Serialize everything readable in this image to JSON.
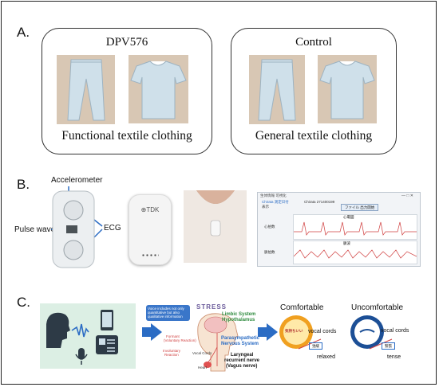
{
  "panels": {
    "a": {
      "label": "A.",
      "left_card": {
        "title": "DPV576",
        "caption": "Functional textile clothing"
      },
      "right_card": {
        "title": "Control",
        "caption": "General textile clothing"
      }
    },
    "b": {
      "label": "B.",
      "device_labels": {
        "accelerometer": "Accelerometer",
        "pulse_wave": "Pulse wave",
        "ecg": "ECG"
      },
      "device_brand": "⊕TDK",
      "screenshot": {
        "window_title": "生体情報 可視化",
        "field_labels": [
          "Chirata 測定日付",
          "表示"
        ],
        "field_value": "Chirata 271400199",
        "button_label": "ファイル 出力開始",
        "chart_titles": [
          "心電図",
          "脈波"
        ],
        "row_labels": [
          "心拍数",
          "脈拍数"
        ]
      }
    },
    "c": {
      "label": "C.",
      "voice_note": "Voice includes not only quantitative but also qualitative information",
      "stress_word": "STRESS",
      "brain_labels": {
        "limbic": "Limbic System",
        "hypothalamus": "Hypothalamus",
        "formant": "Formant",
        "formant_sub": "(Voluntary Reaction)",
        "involuntary": "Involuntary",
        "involuntary_sub": "Reaction",
        "vocal_cords": "Vocal Cords",
        "heart": "Heart",
        "parasympathetic": "Parasympathetic",
        "nervous": "Nervous System",
        "laryngeal": "Laryngeal",
        "recurrent": "recurrent nerve",
        "vagus": "(Vagus nerve)"
      },
      "comfortable": {
        "title": "Comfortable",
        "face_text": "気持ちいい",
        "label": "vocal cords",
        "box": "弛緩",
        "state": "relaxed"
      },
      "uncomfortable": {
        "title": "Uncomfortable",
        "label": "vocal cords",
        "box": "緊張",
        "state": "tense"
      }
    }
  },
  "colors": {
    "accent_blue": "#2b6cc4",
    "ecg_red": "#d04040",
    "orange": "#f0a020",
    "photo_bg": "#d8c7b4",
    "garment": "#cfe0ea"
  }
}
